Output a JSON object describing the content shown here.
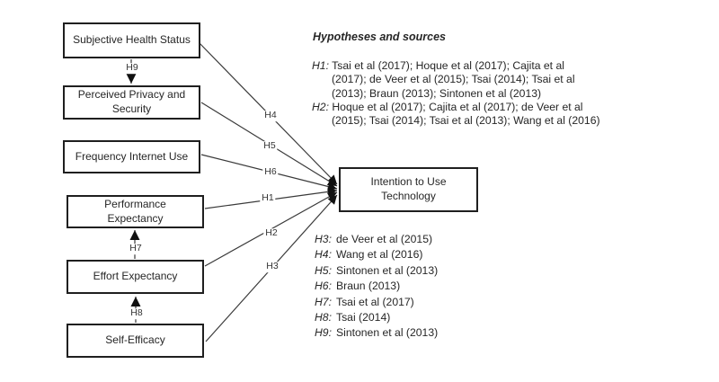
{
  "colors": {
    "background": "#ffffff",
    "box_border": "#1f1f1f",
    "line": "#3a3a3a",
    "text": "#262626"
  },
  "boxes": {
    "subjective_health_status": {
      "label": "Subjective Health Status"
    },
    "perceived_privacy_security": {
      "label": "Perceived Privacy and Security"
    },
    "frequency_internet_use": {
      "label": "Frequency Internet Use"
    },
    "performance_expectancy": {
      "label": "Performance Expectancy"
    },
    "effort_expectancy": {
      "label": "Effort Expectancy"
    },
    "self_efficacy": {
      "label": "Self-Efficacy"
    },
    "intention_to_use_technology": {
      "label": "Intention to Use Technology"
    }
  },
  "connectors": {
    "h1": {
      "label": "H1",
      "from": "Performance Expectancy",
      "to": "Intention to Use Technology"
    },
    "h2": {
      "label": "H2",
      "from": "Effort Expectancy",
      "to": "Intention to Use Technology"
    },
    "h3": {
      "label": "H3",
      "from": "Self-Efficacy",
      "to": "Intention to Use Technology"
    },
    "h4": {
      "label": "H4",
      "from": "Subjective Health Status",
      "to": "Intention to Use Technology"
    },
    "h5": {
      "label": "H5",
      "from": "Perceived Privacy and Security",
      "to": "Intention to Use Technology"
    },
    "h6": {
      "label": "H6",
      "from": "Frequency Internet Use",
      "to": "Intention to Use Technology"
    },
    "h7": {
      "label": "H7",
      "from": "Effort Expectancy",
      "to": "Performance Expectancy"
    },
    "h8": {
      "label": "H8",
      "from": "Self-Efficacy",
      "to": "Effort Expectancy"
    },
    "h9": {
      "label": "H9",
      "from": "Subjective Health Status",
      "to": "Perceived Privacy and Security"
    }
  },
  "hypotheses_block": {
    "title": "Hypotheses and sources",
    "entries": [
      {
        "prefix": "H1:",
        "lines": [
          "Tsai et al (2017); Hoque et al (2017); Cajita et al",
          "(2017); de Veer et al (2015); Tsai (2014); Tsai et al",
          "(2013); Braun (2013); Sintonen et al (2013)"
        ]
      },
      {
        "prefix": "H2:",
        "lines": [
          "Hoque et al (2017); Cajita et al (2017); de Veer et al",
          "(2015); Tsai (2014); Tsai et al (2013); Wang et al (2016)"
        ]
      }
    ]
  },
  "sources_list": {
    "items": [
      {
        "prefix": "H3:",
        "text": "de Veer et al (2015)"
      },
      {
        "prefix": "H4:",
        "text": "Wang et al (2016)"
      },
      {
        "prefix": "H5:",
        "text": "Sintonen et al (2013)"
      },
      {
        "prefix": "H6:",
        "text": "Braun (2013)"
      },
      {
        "prefix": "H7:",
        "text": "Tsai et al (2017)"
      },
      {
        "prefix": "H8:",
        "text": "Tsai (2014)"
      },
      {
        "prefix": "H9:",
        "text": "Sintonen et al (2013)"
      }
    ]
  }
}
